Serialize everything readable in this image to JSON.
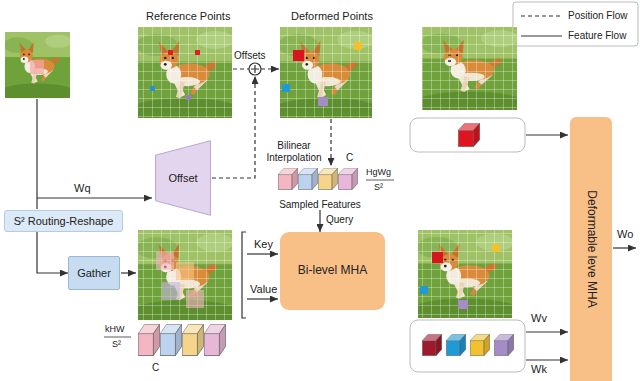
{
  "diagram": {
    "nodes": [
      {
        "text": [
          "Offset"
        ]
      },
      {
        "text": [
          "Sampled Features"
        ]
      },
      {
        "text": [
          "S² Routing-Reshape"
        ]
      },
      {
        "text": [
          "Gather"
        ]
      },
      {
        "text": [
          "Bi-level MHA"
        ]
      },
      {
        "text": [
          "Deformable leve MHA"
        ]
      }
    ],
    "edges": [
      {
        "from": 1,
        "to": 4,
        "label": "Query",
        "arrow": "to"
      },
      {
        "from": 2,
        "to": 3,
        "arrow": "to"
      }
    ],
    "labels": [
      "Reference Points",
      "Deformed Points",
      "Offsets",
      "Wq",
      "Bilinear Interpolation",
      "C",
      "HgWg",
      "S²",
      "Key",
      "Value",
      "kHW",
      "S²",
      "C",
      "Wo",
      "Wv",
      "Wk"
    ],
    "legend": [
      {
        "text": "Position Flow"
      },
      {
        "text": "Feature Flow"
      }
    ]
  }
}
